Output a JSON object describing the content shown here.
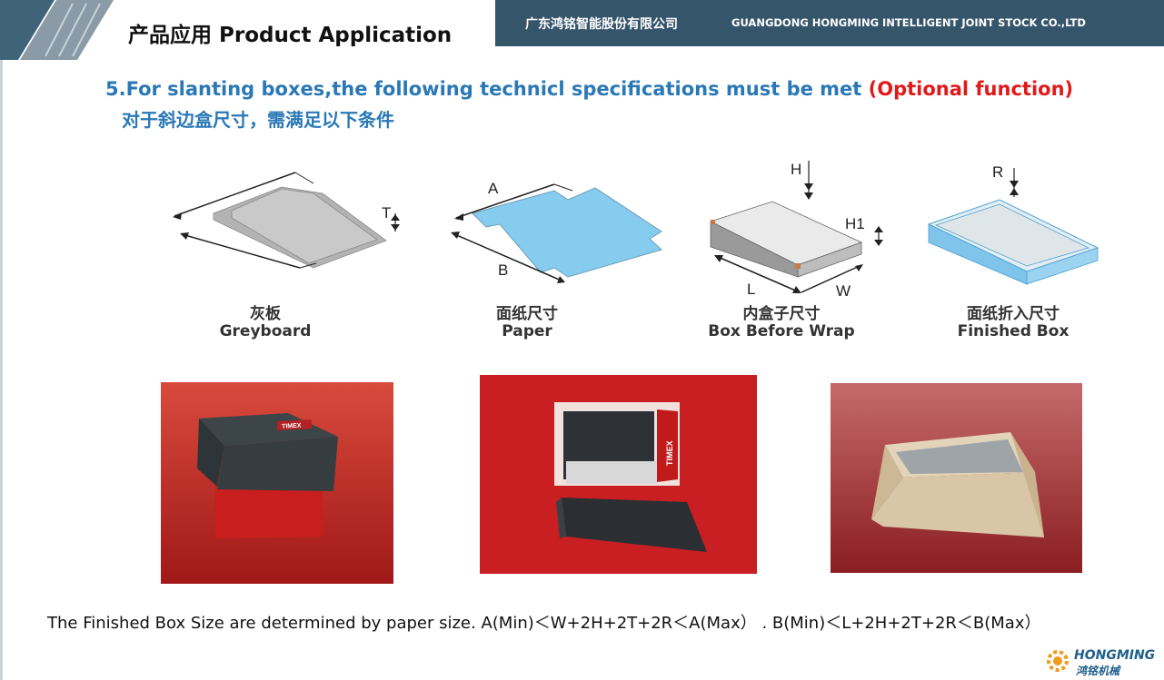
{
  "header": {
    "title": "产品应用 Product Application",
    "company_cn": "广东鸿铭智能股份有限公司",
    "company_en": "GUANGDONG HONGMING INTELLIGENT JOINT STOCK CO.,LTD"
  },
  "heading": {
    "main": "5.For slanting boxes,the following technicl specifications must be met ",
    "optional": "(Optional function)",
    "sub_cn": "对于斜边盒尺寸，需满足以下条件"
  },
  "diagrams": [
    {
      "label_cn": "灰板",
      "label_en": "Greyboard",
      "dims": [
        "T"
      ]
    },
    {
      "label_cn": "面纸尺寸",
      "label_en": "Paper",
      "dims": [
        "A",
        "B"
      ]
    },
    {
      "label_cn": "内盒子尺寸",
      "label_en": "Box Before Wrap",
      "dims": [
        "H",
        "H1",
        "L",
        "W"
      ]
    },
    {
      "label_cn": "面纸折入尺寸",
      "label_en": "Finished Box",
      "dims": [
        "R"
      ]
    }
  ],
  "photos": {
    "photo1_brand": "TIMEX",
    "photo2_brand": "TIMEX"
  },
  "formula": "The Finished Box Size are determined by paper size. A(Min)＜W+2H+2T+2R＜A(Max） . B(Min)＜L+2H+2T+2R＜B(Max）",
  "logo": {
    "text": "HONGMING",
    "cn": "鸿铭机械"
  },
  "colors": {
    "header_band": "#35556b",
    "heading_blue": "#2a78b6",
    "optional_red": "#e01a1a",
    "paper_blue": "#86ccee",
    "greyboard": "#b3b3b3"
  }
}
